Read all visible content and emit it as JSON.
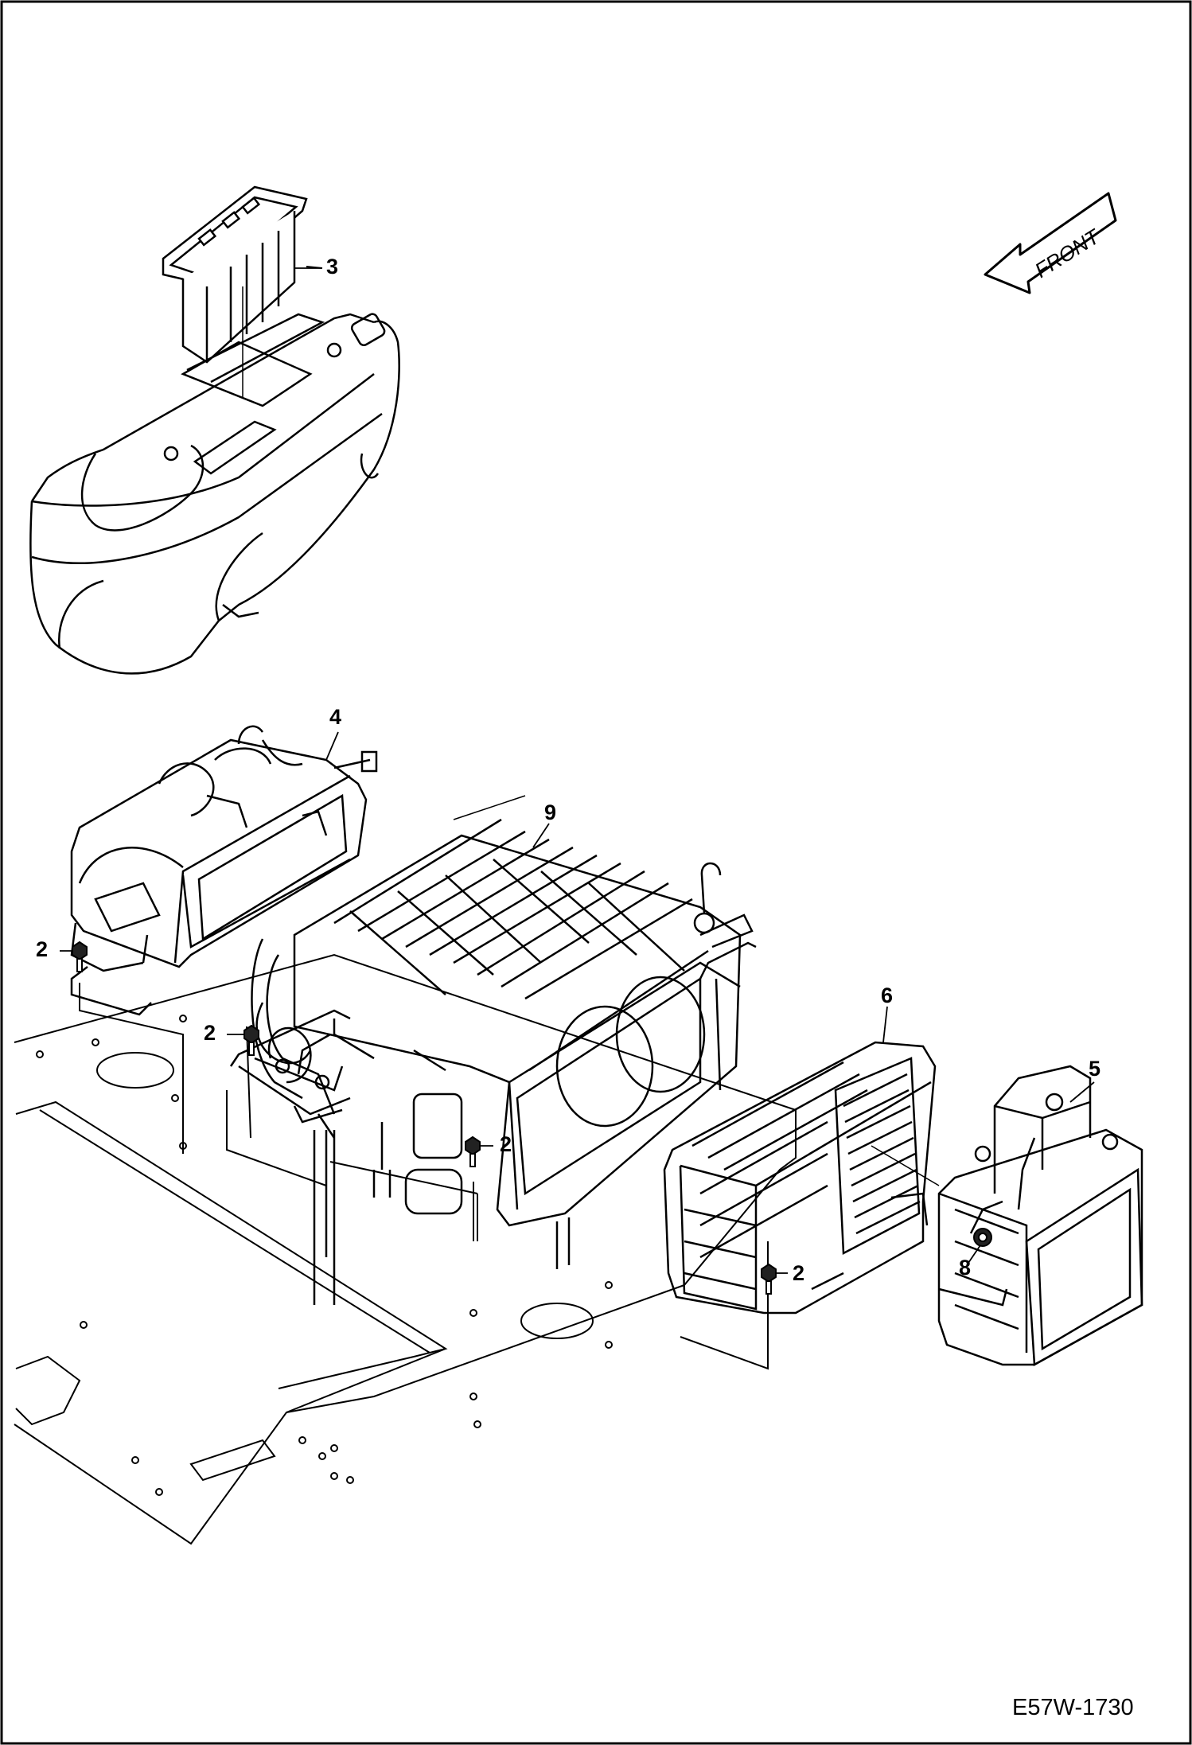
{
  "direction_label": "FRONT",
  "drawing_code": "E57W-1730",
  "callouts": [
    {
      "id": "c3",
      "label": "3"
    },
    {
      "id": "c4",
      "label": "4"
    },
    {
      "id": "c9",
      "label": "9"
    },
    {
      "id": "c6",
      "label": "6"
    },
    {
      "id": "c5",
      "label": "5"
    },
    {
      "id": "c8",
      "label": "8"
    },
    {
      "id": "c2a",
      "label": "2"
    },
    {
      "id": "c2b",
      "label": "2"
    },
    {
      "id": "c2c",
      "label": "2"
    },
    {
      "id": "c2d",
      "label": "2"
    }
  ]
}
